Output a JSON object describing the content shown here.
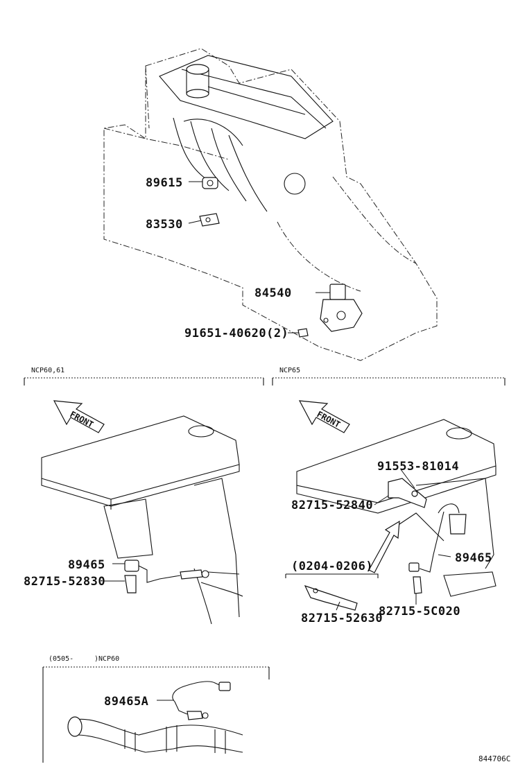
{
  "callouts": {
    "p89615": "89615",
    "p83530": "83530",
    "p84540": "84540",
    "p91651": "91651-40620(2)",
    "p89465_left": "89465",
    "p82715_52830": "82715-52830",
    "p91553": "91553-81014",
    "p82715_52840": "82715-52840",
    "p89465_right": "89465",
    "date_range": "(0204-0206)",
    "p82715_52630": "82715-52630",
    "p82715_5c020": "82715-5C020",
    "p89465a": "89465A"
  },
  "sections": {
    "left_header": "NCP60,61",
    "right_header": "NCP65",
    "bottom_header_date": "(0505-",
    "bottom_header_model": ")NCP60"
  },
  "arrows": {
    "front_left": "FRONT",
    "front_right": "FRONT"
  },
  "footer": {
    "figure_code": "844706C"
  }
}
